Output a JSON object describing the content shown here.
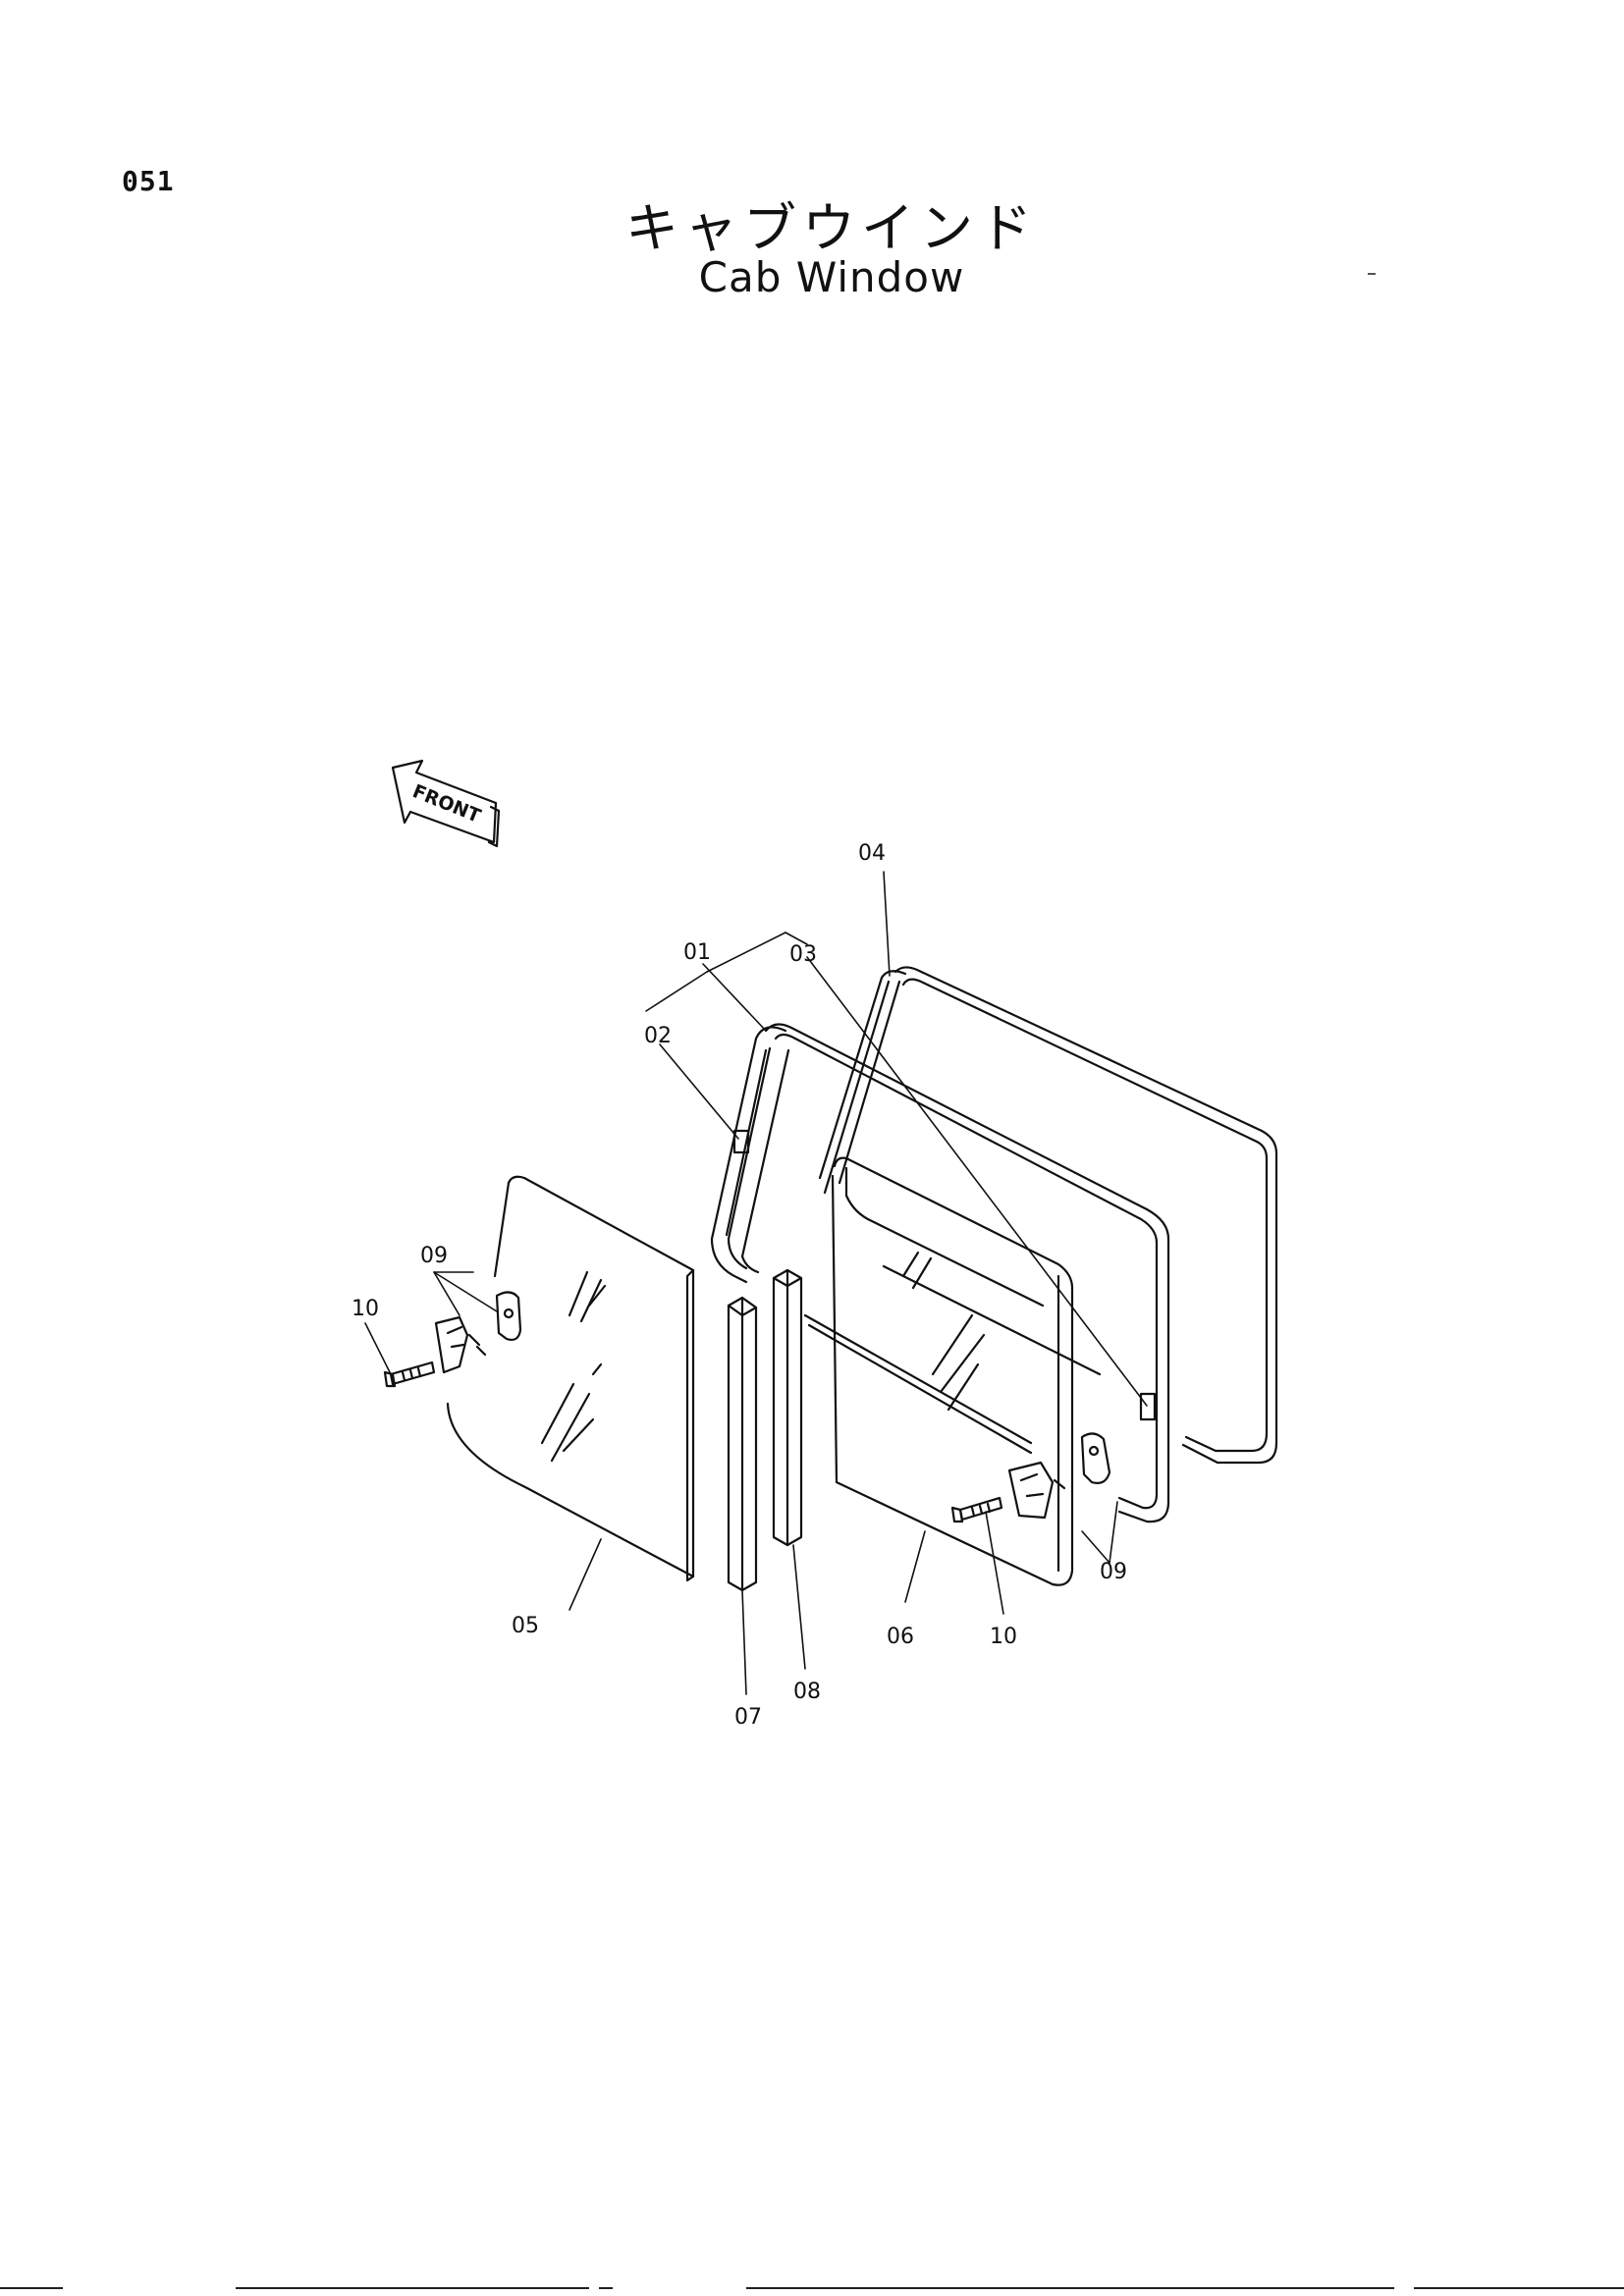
{
  "header": {
    "page_number": "051",
    "title_japanese": "キャブウインド",
    "title_english": "Cab Window"
  },
  "diagram": {
    "front_arrow_label": "FRONT",
    "callouts": {
      "c01": "01",
      "c02": "02",
      "c03": "03",
      "c04": "04",
      "c05": "05",
      "c06": "06",
      "c07": "07",
      "c08": "08",
      "c09_left": "09",
      "c09_right": "09",
      "c10_left": "10",
      "c10_right": "10"
    }
  }
}
